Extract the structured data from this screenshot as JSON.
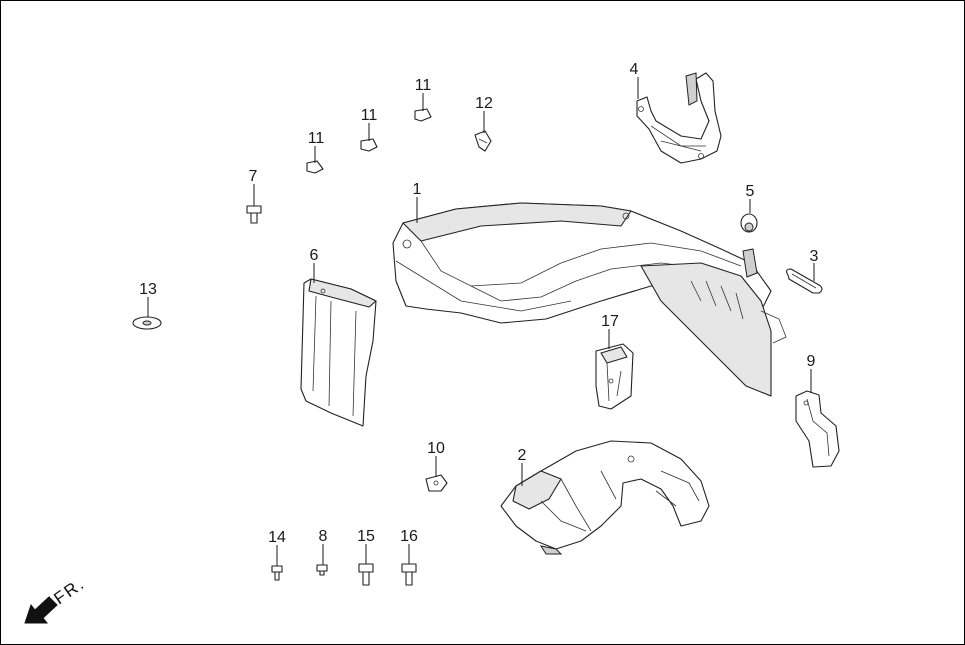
{
  "diagram": {
    "direction_label": "FR.",
    "parts": [
      {
        "key": "p1",
        "number": "1"
      },
      {
        "key": "p2",
        "number": "2"
      },
      {
        "key": "p3",
        "number": "3"
      },
      {
        "key": "p4",
        "number": "4"
      },
      {
        "key": "p5",
        "number": "5"
      },
      {
        "key": "p6",
        "number": "6"
      },
      {
        "key": "p7",
        "number": "7"
      },
      {
        "key": "p8",
        "number": "8"
      },
      {
        "key": "p9",
        "number": "9"
      },
      {
        "key": "p10",
        "number": "10"
      },
      {
        "key": "p11a",
        "number": "11"
      },
      {
        "key": "p11b",
        "number": "11"
      },
      {
        "key": "p11c",
        "number": "11"
      },
      {
        "key": "p12",
        "number": "12"
      },
      {
        "key": "p13",
        "number": "13"
      },
      {
        "key": "p14",
        "number": "14"
      },
      {
        "key": "p15",
        "number": "15"
      },
      {
        "key": "p16",
        "number": "16"
      },
      {
        "key": "p17",
        "number": "17"
      }
    ]
  }
}
